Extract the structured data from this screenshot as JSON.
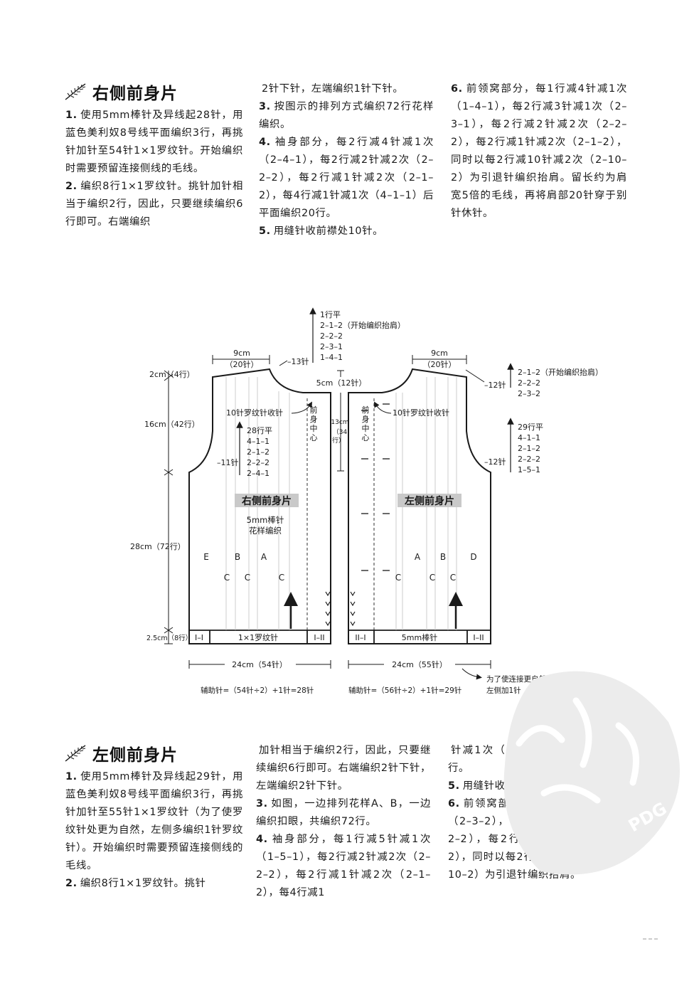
{
  "top": {
    "heading": "右侧前身片",
    "col1": [
      {
        "num": "1.",
        "text": "使用5mm棒针及异线起28针，用蓝色美利奴8号线平面编织3行，再挑针加针至54针1×1罗纹针。开始编织时需要预留连接侧线的毛线。"
      },
      {
        "num": "2.",
        "text": "编织8行1×1罗纹针。挑针加针相当于编织2行，因此，只要继续编织6行即可。右端编织"
      }
    ],
    "col2": [
      {
        "num": "",
        "text": "2针下针，左端编织1针下针。"
      },
      {
        "num": "3.",
        "text": "按图示的排列方式编织72行花样编织。"
      },
      {
        "num": "4.",
        "text": "袖身部分，每2行减4针减1次（2–4–1），每2行减2针减2次（2–2–2），每2行减1针减2次（2–1–2），每4行减1针减1次（4–1–1）后平面编织20行。"
      },
      {
        "num": "5.",
        "text": "用缝针收前襟处10针。"
      }
    ],
    "col3": [
      {
        "num": "6.",
        "text": "前领窝部分，每1行减4针减1次（1–4–1），每2行减3针减1次（2–3–1），每2行减2针减2次（2–2–2），每2行减1针减2次（2–1–2），同时以每2行减10针减2次（2–10–2）为引退针编织抬肩。留长约为肩宽5倍的毛线，再将肩部20针穿于别针休针。"
      }
    ]
  },
  "bottom": {
    "heading": "左侧前身片",
    "col1": [
      {
        "num": "1.",
        "text": "使用5mm棒针及异线起29针，用蓝色美利奴8号线平面编织3行，再挑针加针至55针1×1罗纹针（为了使罗纹针处更为自然，左侧多编织1针罗纹针）。开始编织时需要预留连接侧线的毛线。"
      },
      {
        "num": "2.",
        "text": "编织8行1×1罗纹针。挑针"
      }
    ],
    "col2": [
      {
        "num": "",
        "text": "加针相当于编织2行，因此，只要继续编织6行即可。右端编织2针下针，左端编织2针下针。"
      },
      {
        "num": "3.",
        "text": "如图，一边排列花样A、B，一边编织扣眼，共编织72行。"
      },
      {
        "num": "4.",
        "text": "袖身部分，每1行减5针减1次（1–5–1），每2行减2针减2次（2–2–2），每2行减1针减2次（2–1–2），每4行减1"
      }
    ],
    "col3": [
      {
        "num": "",
        "text": "针减1次（4–1–1）后平针编织22行。"
      },
      {
        "num": "5.",
        "text": "用缝针收前襟处10针。"
      },
      {
        "num": "6.",
        "text": "前领窝部分，每2行减3针减2次（2–3–2），每2行减2针减2次（2–2–2），每2行减1针减2次（2–1–2），同时以每2行减10针减2次（2–10–2）为引退针编织抬肩。"
      }
    ]
  },
  "diagram": {
    "right_panel_title": "右侧前身片",
    "left_panel_title": "左侧前身片",
    "needle_note": "5mm棒针",
    "pattern_note": "花样编织",
    "neck_table_right": [
      "1行平",
      "2–1–2（开始编织抬肩）",
      "2–2–2",
      "2–3–1",
      "1–4–1"
    ],
    "shoulder_table_left": [
      "2–1–2（开始编织抬肩）",
      "2–2–2",
      "2–3–2"
    ],
    "armhole_table_right": [
      "28行平",
      "4–1–1",
      "2–1–2",
      "2–2–2",
      "2–4–1"
    ],
    "armhole_table_left": [
      "29行平",
      "4–1–1",
      "2–1–2",
      "2–2–2",
      "1–5–1"
    ],
    "shoulder_width": "9cm",
    "shoulder_sts": "（20针）",
    "minus13": "–13针",
    "minus12": "–12针",
    "minus11": "–11针",
    "neck_depth_cm": "5cm（12针）",
    "front_depth_cm": "13cm",
    "front_depth_rows_a": "（34",
    "front_depth_rows_b": "行）",
    "dim_2cm": "2cm（4行）",
    "dim_16cm": "16cm（42行）",
    "dim_28cm": "28cm（72行）",
    "dim_25cm": "2.5cm（8行）",
    "collect_sts": "10针罗纹针收针",
    "front_center": [
      "前",
      "身",
      "中",
      "心"
    ],
    "labels_right_row1": [
      "E",
      "B",
      "A"
    ],
    "labels_left_row1": [
      "A",
      "B",
      "D"
    ],
    "label_c": "C",
    "rib_right_left": "I–I",
    "rib_right_mid": "1×1罗纹针",
    "rib_right_right": "I–II",
    "rib_left_left": "II–I",
    "rib_left_mid": "5mm棒针",
    "rib_left_right": "I–II",
    "width_right": "24cm（54针）",
    "width_left": "24cm（55针）",
    "aux_right": "辅助针=（54针÷2）+1针=28针",
    "aux_left": "辅助针=（56针÷2）+1针=29针",
    "note_line1": "为了使连接更自然",
    "note_line2": "左侧加1针"
  },
  "watermark": {
    "text": "PDG"
  },
  "colors": {
    "ink": "#1a1a1a",
    "label_bg": "#c9c9c9",
    "watermark": "#e6e6e6"
  }
}
